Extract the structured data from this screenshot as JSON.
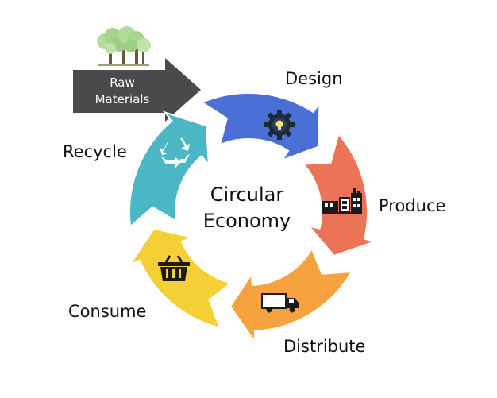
{
  "center": {
    "line1": "Circular",
    "line2": "Economy"
  },
  "raw_materials": {
    "line1": "Raw",
    "line2": "Materials",
    "color": "#4a4a4a"
  },
  "stages": [
    {
      "label": "Design",
      "color": "#4a6fd6",
      "icon": "gear-lightbulb-icon"
    },
    {
      "label": "Produce",
      "color": "#ea7455",
      "icon": "factory-icon"
    },
    {
      "label": "Distribute",
      "color": "#f6a23e",
      "icon": "truck-icon"
    },
    {
      "label": "Consume",
      "color": "#f4cf36",
      "icon": "basket-icon"
    },
    {
      "label": "Recycle",
      "color": "#4bb6c4",
      "icon": "recycle-icon"
    }
  ]
}
